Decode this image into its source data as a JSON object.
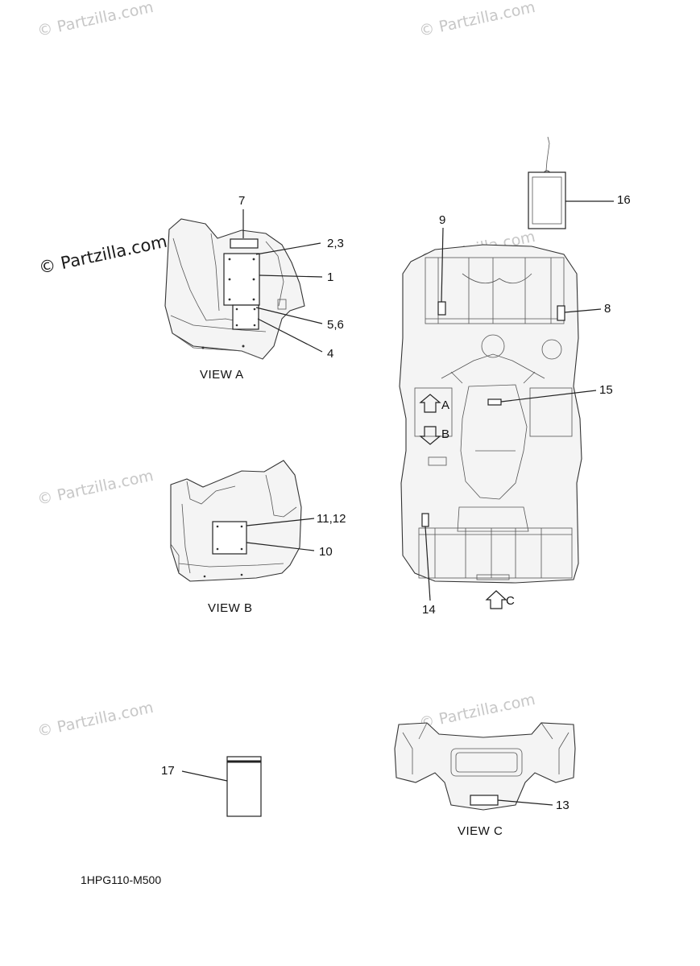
{
  "watermarks": {
    "light": "© Partzilla.com",
    "dark": "© Partzilla.com"
  },
  "views": {
    "a": "VIEW A",
    "b": "VIEW B",
    "c": "VIEW C"
  },
  "arrows": {
    "a": "A",
    "b": "B",
    "c": "C"
  },
  "callouts": {
    "c1": "1",
    "c23": "2,3",
    "c4": "4",
    "c56": "5,6",
    "c7": "7",
    "c8": "8",
    "c9": "9",
    "c10": "10",
    "c1112": "11,12",
    "c13": "13",
    "c14": "14",
    "c15": "15",
    "c16": "16",
    "c17": "17"
  },
  "diagram_code": "1HPG110-M500"
}
